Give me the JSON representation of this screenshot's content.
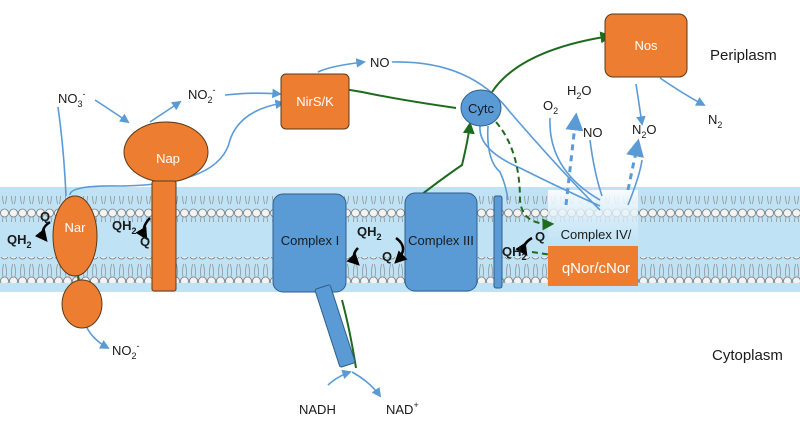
{
  "regions": {
    "periplasm": "Periplasm",
    "cytoplasm": "Cytoplasm"
  },
  "proteins": {
    "nar": "Nar",
    "nap": "Nap",
    "nirs": "NirS/K",
    "complex1": "Complex I",
    "complex3": "Complex III",
    "complex4": "Complex IV/",
    "nor": "qNor/cNor",
    "cytc": "Cytc",
    "nos": "Nos"
  },
  "quinone": {
    "q": "Q",
    "qh": "QH",
    "sub2": "2"
  },
  "molecules": {
    "no3": "NO",
    "no3_sub": "3",
    "no3_sup": "-",
    "no2": "NO",
    "no2_sub": "2",
    "no2_sup": "-",
    "no": "NO",
    "o2": "O",
    "o2_sub": "2",
    "h2o_h": "H",
    "h2o_sub": "2",
    "h2o_o": "O",
    "n2o_n": "N",
    "n2o_sub": "2",
    "n2o_o": "O",
    "n2": "N",
    "n2_sub": "2",
    "nadh": "NADH",
    "nad": "NAD",
    "nad_sup": "+"
  },
  "colors": {
    "membrane": "#bfe2f5",
    "orange": "#ed7d31",
    "blue": "#5b9bd5",
    "arrow_blue": "#5b9bd5",
    "arrow_green": "#1e6b1e"
  }
}
